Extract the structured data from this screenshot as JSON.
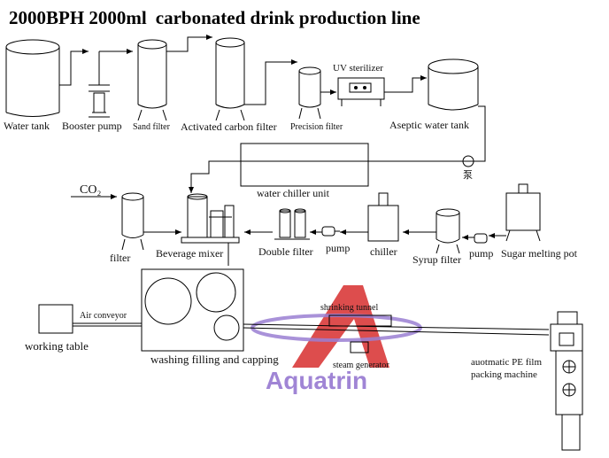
{
  "title": {
    "part1": "2000BPH 2000ml",
    "part2": "carbonated drink production line"
  },
  "labels": {
    "water_tank": "Water tank",
    "booster_pump": "Booster pump",
    "sand_filter": "Sand filter",
    "activated_carbon_filter": "Activated carbon filter",
    "precision_filter": "Precision filter",
    "uv_sterilizer": "UV sterilizer",
    "aseptic_water_tank": "Aseptic water tank",
    "pump_chinese": "泵",
    "co2": "CO₂",
    "water_chiller_unit": "water chiller unit",
    "filter": "filter",
    "beverage_mixer": "Beverage mixer",
    "double_filter": "Double filter",
    "pump_a": "pump",
    "chiller": "chiller",
    "syrup_filter": "Syrup filter",
    "pump_b": "pump",
    "sugar_melting_pot": "Sugar melting pot",
    "air_conveyor": "Air conveyor",
    "working_table": "working table",
    "washing_filling_capping": "washing filling and capping",
    "shrinking_tunnel": "shrinking tunnel",
    "steam_generator": "steam generator",
    "packing_machine": "auotmatic PE film packing machine"
  },
  "watermark": {
    "brand": "Aquatrin",
    "logo_color": "#d93a3a",
    "brand_color": "#9b7fd3"
  }
}
